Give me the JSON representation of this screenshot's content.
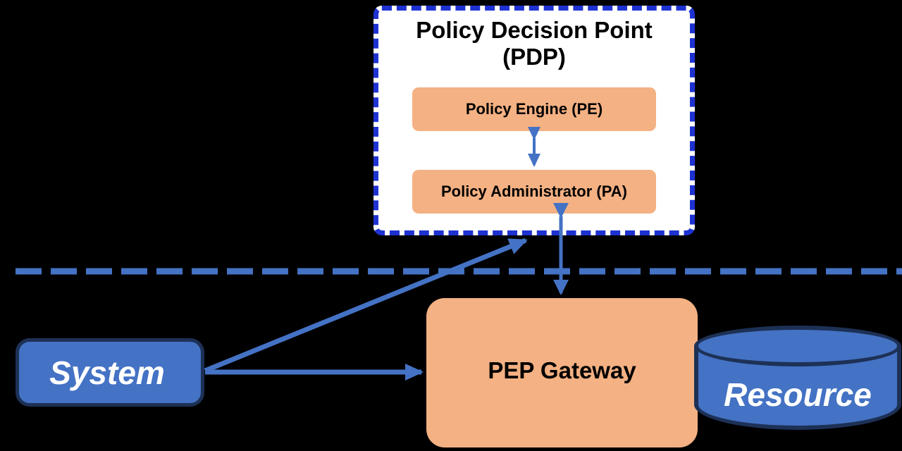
{
  "colors": {
    "background": "#000000",
    "accent_blue": "#4472C4",
    "pdp_border_blue": "#1E32D2",
    "box_orange": "#F4B183",
    "node_border_navy": "#1D3156",
    "label_white": "#FFFFFF",
    "label_black": "#000000"
  },
  "pdp": {
    "title_line1": "Policy Decision Point",
    "title_line2": "(PDP)",
    "policy_engine_label": "Policy Engine (PE)",
    "policy_administrator_label": "Policy Administrator (PA)"
  },
  "nodes": {
    "system_label": "System",
    "pep_gateway_label": "PEP Gateway",
    "resource_label": "Resource"
  }
}
